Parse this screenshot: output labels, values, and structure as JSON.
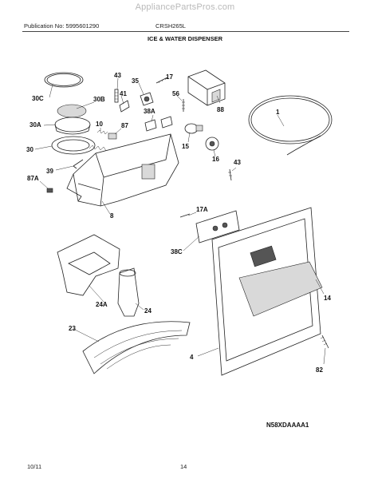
{
  "header": {
    "watermark": "AppliancePartsPros.com",
    "publication": "Publication No: 5995601290",
    "model": "CRSH265L",
    "title": "ICE & WATER DISPENSER"
  },
  "callouts": [
    "30C",
    "30B",
    "30A",
    "30",
    "39",
    "87A",
    "43",
    "41",
    "10",
    "87",
    "35",
    "17",
    "38A",
    "56",
    "88",
    "15",
    "16",
    "1",
    "43",
    "8",
    "17A",
    "38C",
    "24A",
    "24",
    "23",
    "4",
    "14",
    "82"
  ],
  "diagram_code": "N58XDAAAA1",
  "footer": {
    "date": "10/11",
    "page": "14"
  }
}
